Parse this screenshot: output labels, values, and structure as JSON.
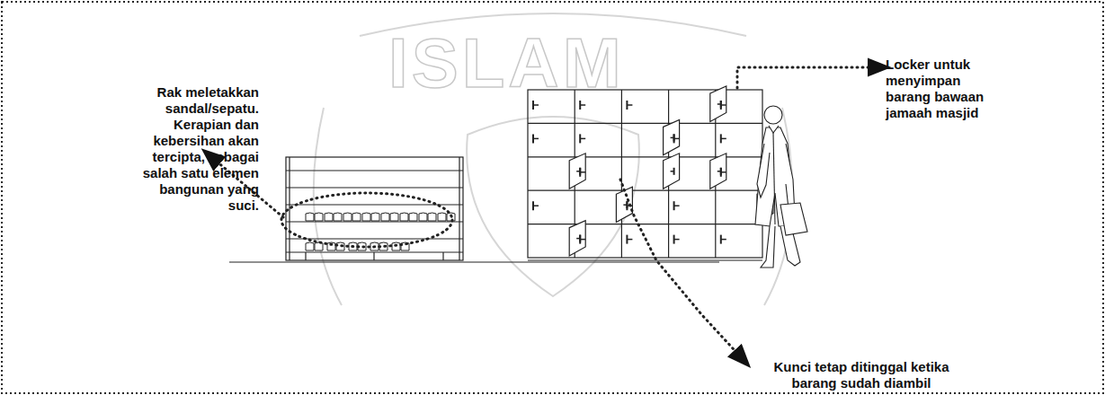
{
  "diagram": {
    "labels": [
      "Rak meletakkan sandal/sepatu. Kerapian dan kebersihan akan tercipta, sebagai salah satu elemen bangunan yang suci.",
      "Locker untuk menyimpan barang bawaan jamaah masjid",
      "Kunci tetap ditinggal ketika barang sudah diambil",
      "ISLAM"
    ]
  }
}
